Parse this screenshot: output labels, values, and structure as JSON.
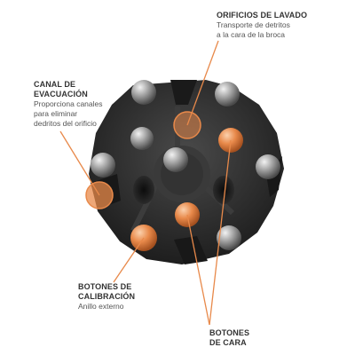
{
  "callouts": {
    "orificios": {
      "title": "ORIFICIOS DE LAVADO",
      "desc_lines": [
        "Transporte de detritos",
        "a la cara de la broca"
      ]
    },
    "canal": {
      "title_lines": [
        "CANAL DE",
        "EVACUACIÓN"
      ],
      "desc_lines": [
        "Proporciona canales",
        "para eliminar",
        "dedritos del orificio"
      ]
    },
    "calibracion": {
      "title_lines": [
        "BOTONES DE",
        "CALIBRACIÓN"
      ],
      "desc_lines": [
        "Anillo externo"
      ]
    },
    "cara": {
      "title_lines": [
        "BOTONES",
        "DE CARA"
      ]
    }
  },
  "colors": {
    "accent": "#e8894a",
    "body_dark": "#2e2e2e",
    "button_gray": "#9a9a9a",
    "text_title": "#333333",
    "text_desc": "#555555"
  }
}
